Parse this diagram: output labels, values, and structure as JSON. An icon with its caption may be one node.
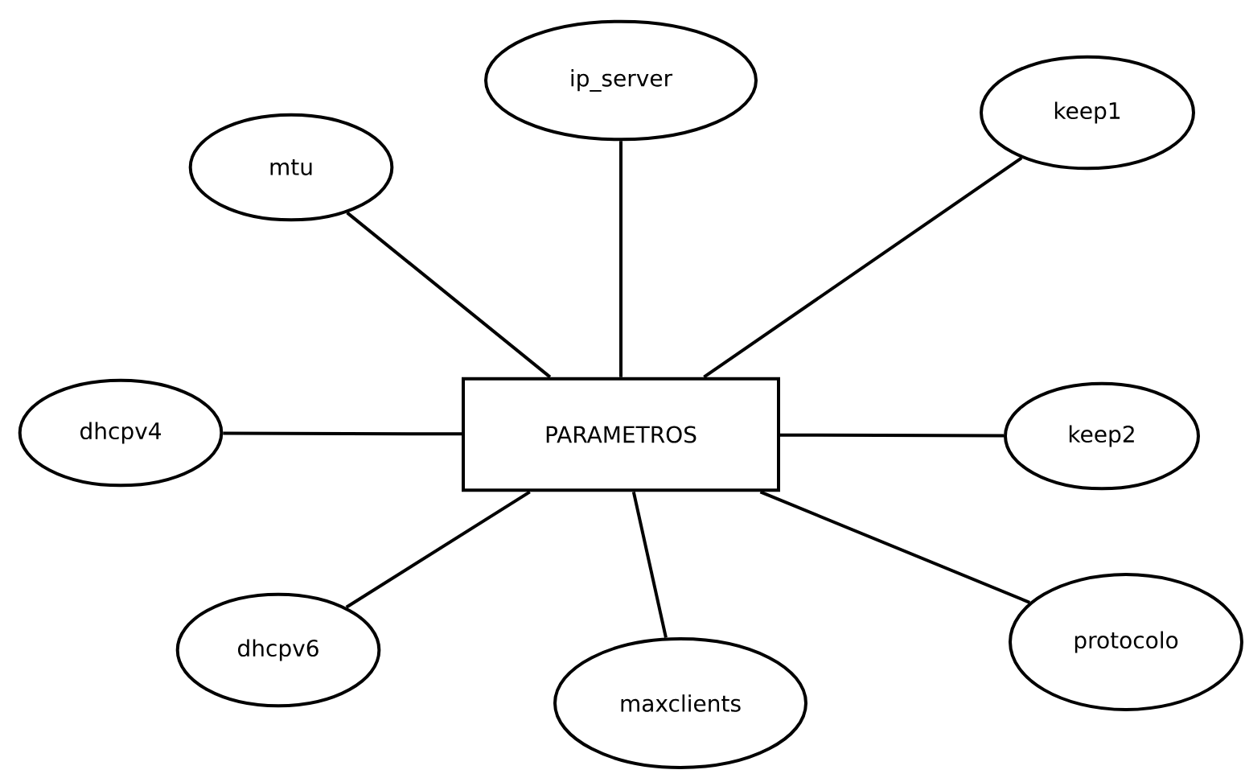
{
  "diagram": {
    "nodes": [
      {
        "text": [
          "PARAMETROS"
        ]
      },
      {
        "text": [
          "ip_server"
        ]
      },
      {
        "text": [
          "keep1"
        ]
      },
      {
        "text": [
          "mtu"
        ]
      },
      {
        "text": [
          "dhcpv4"
        ]
      },
      {
        "text": [
          "keep2"
        ]
      },
      {
        "text": [
          "protocolo"
        ]
      },
      {
        "text": [
          "dhcpv6"
        ]
      },
      {
        "text": [
          "maxclients"
        ]
      }
    ],
    "edges": [
      {
        "from": 0,
        "to": 1,
        "arrow": "none"
      },
      {
        "from": 0,
        "to": 2,
        "arrow": "none"
      },
      {
        "from": 0,
        "to": 3,
        "arrow": "none"
      },
      {
        "from": 0,
        "to": 4,
        "arrow": "none"
      },
      {
        "from": 0,
        "to": 5,
        "arrow": "none"
      },
      {
        "from": 0,
        "to": 6,
        "arrow": "none"
      },
      {
        "from": 0,
        "to": 7,
        "arrow": "none"
      },
      {
        "from": 0,
        "to": 8,
        "arrow": "none"
      }
    ]
  }
}
